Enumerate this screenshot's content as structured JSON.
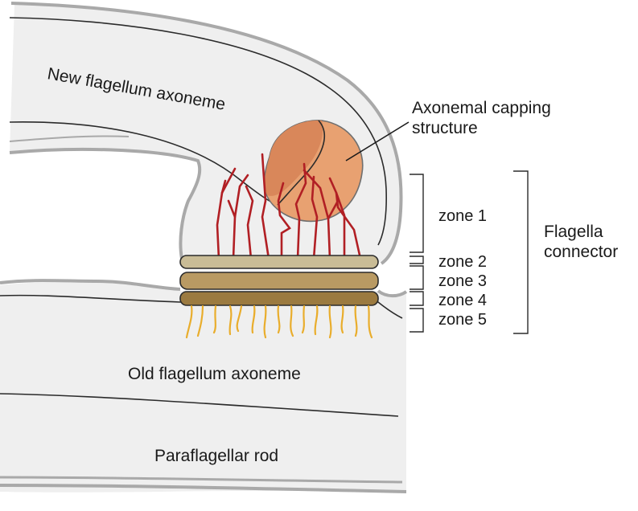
{
  "labels": {
    "new_axoneme": "New flagellum axoneme",
    "capping_line1": "Axonemal capping",
    "capping_line2": "structure",
    "old_axoneme": "Old flagellum axoneme",
    "paraflagellar_rod": "Paraflagellar rod",
    "connector_line1": "Flagella",
    "connector_line2": "connector"
  },
  "zones": [
    {
      "label": "zone 1"
    },
    {
      "label": "zone 2"
    },
    {
      "label": "zone 3"
    },
    {
      "label": "zone 4"
    },
    {
      "label": "zone 5"
    }
  ],
  "colors": {
    "membrane_fill": "#efefef",
    "outline": "#2b2b2b",
    "membrane_grey": "#a9a9a9",
    "cap_fill": "#e8a171",
    "cap_fill_dark": "#d9875a",
    "filament_red": "#b11f24",
    "filament_yellow": "#e9ad2c",
    "plate_zone2": "#c9bc96",
    "plate_zone3": "#b99a63",
    "plate_zone4": "#9b7a40"
  }
}
